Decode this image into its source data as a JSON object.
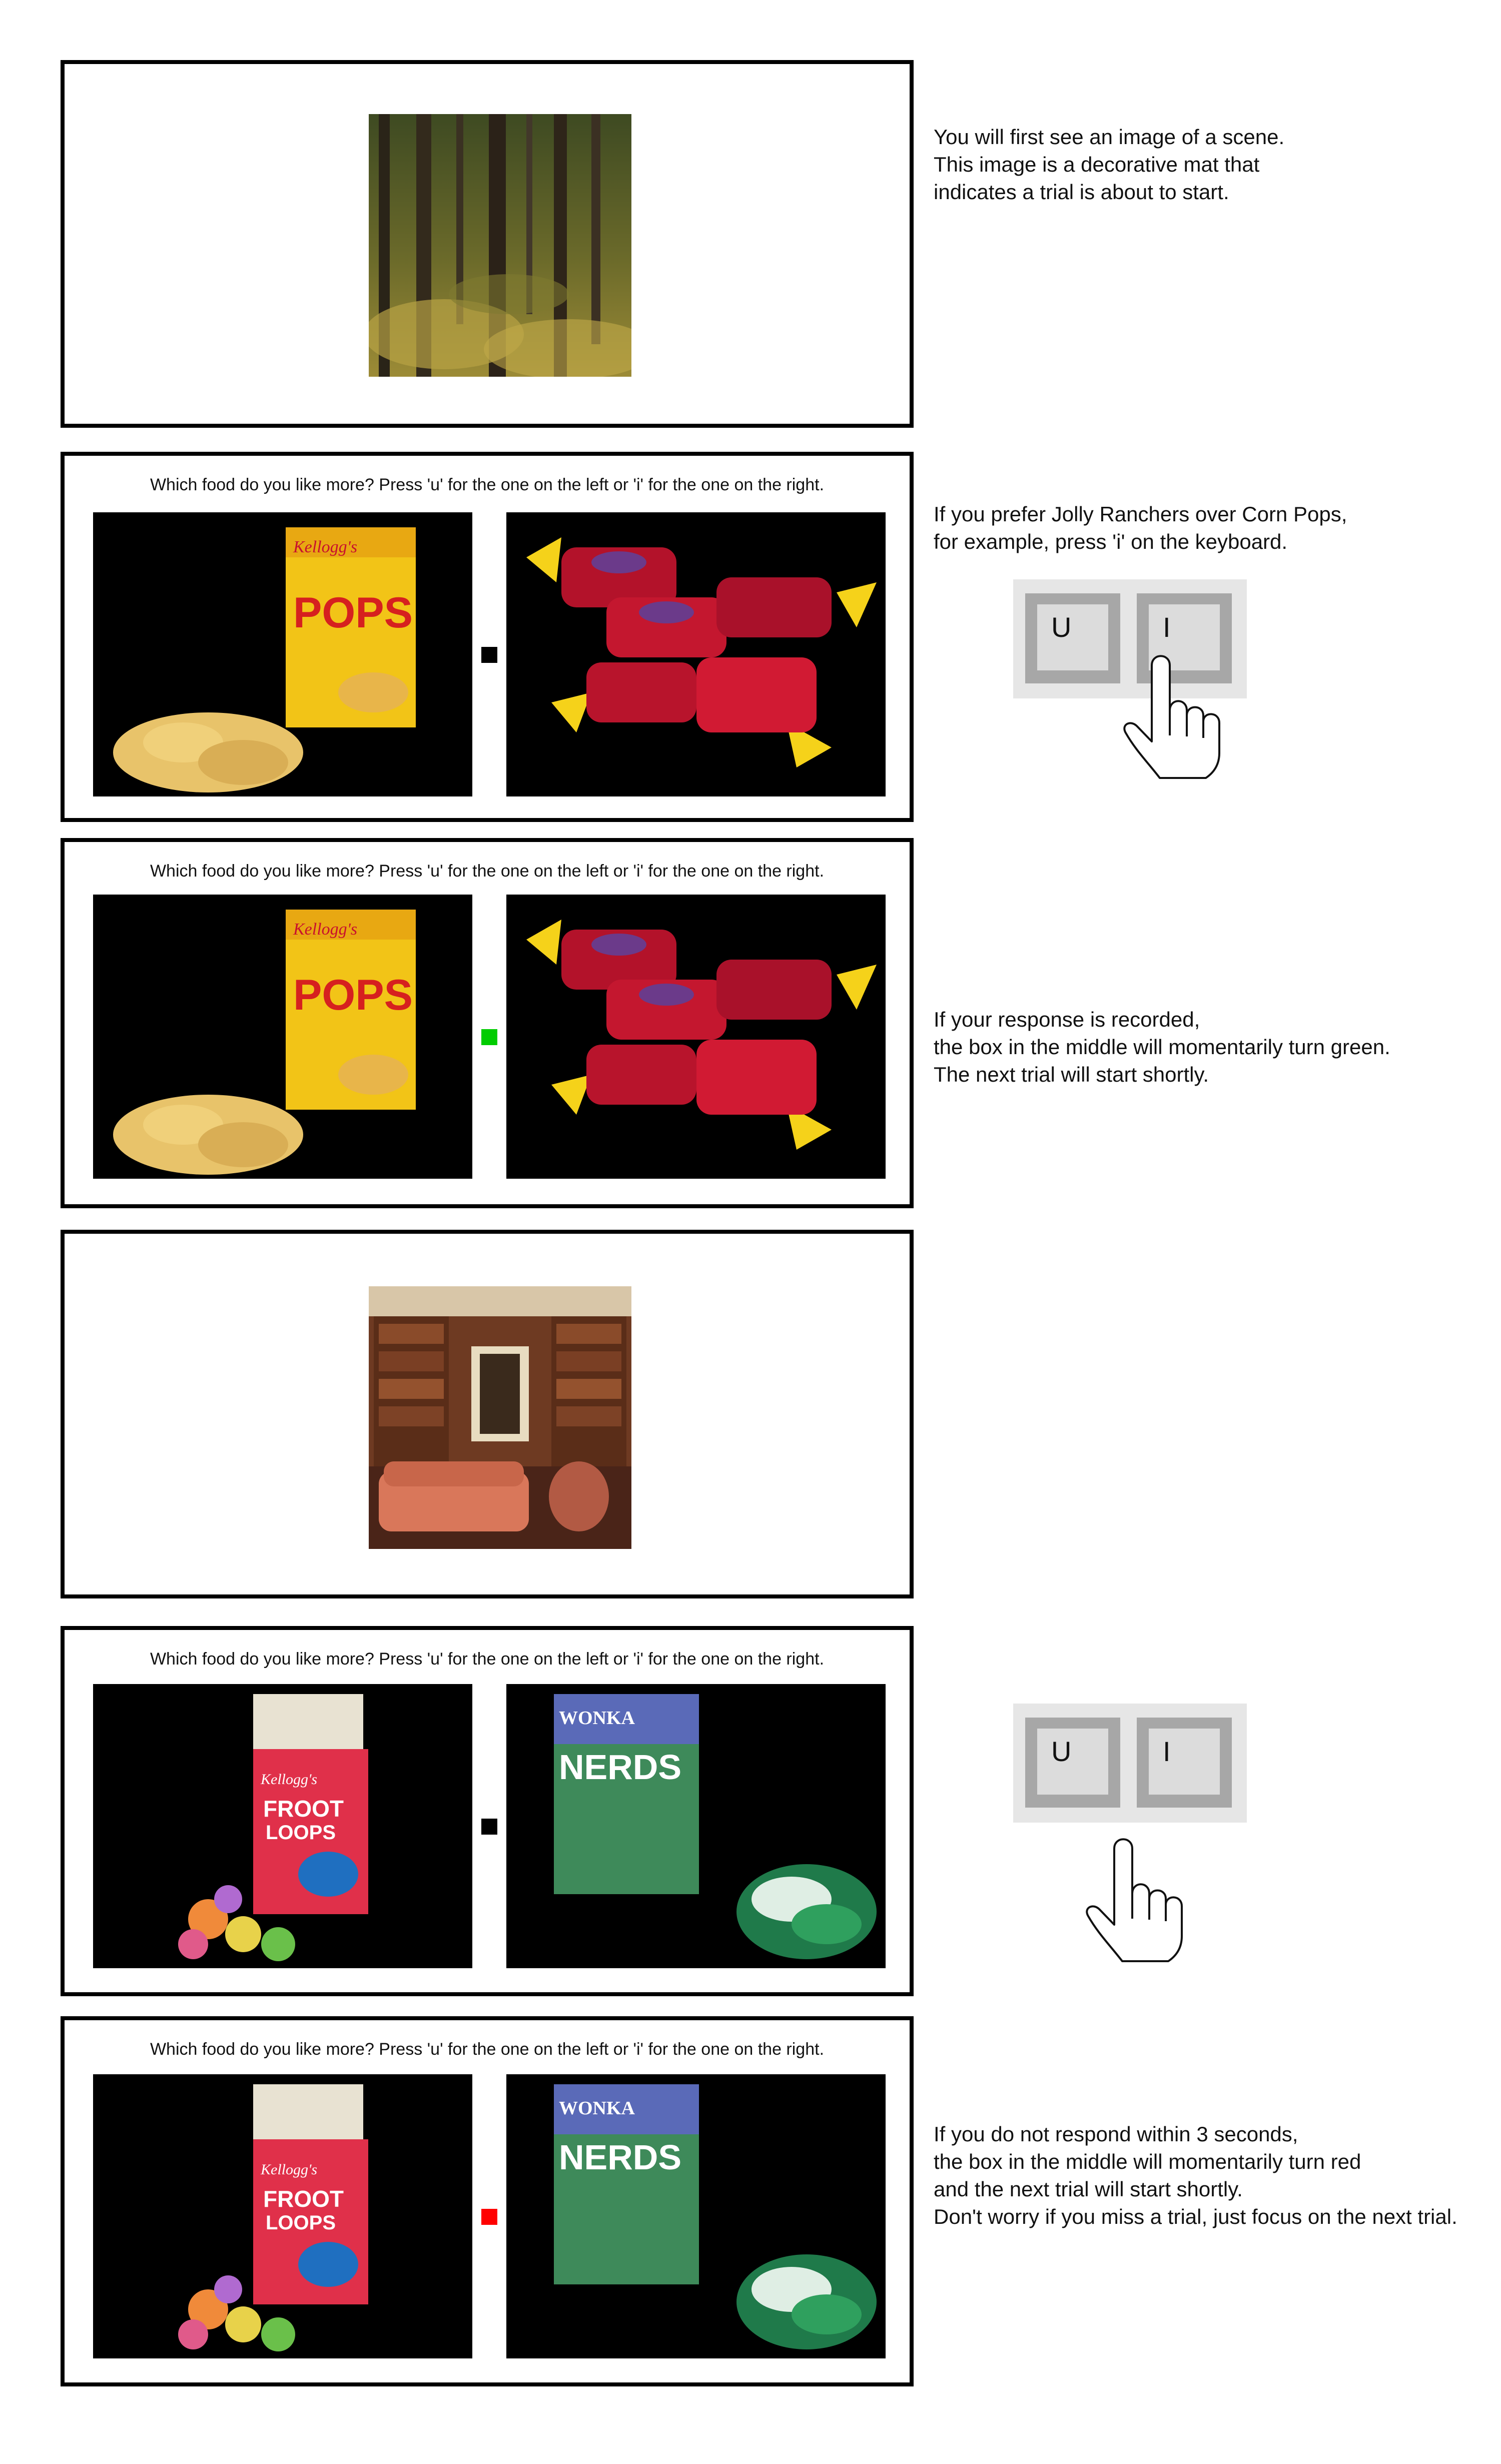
{
  "prompt": "Which food do you like more? Press 'u' for the one on the left or 'i' for the one on the right.",
  "descriptions": {
    "scene_intro": "You will first see an image of a scene.\nThis image is a decorative mat that\nindicates a trial is about to start.",
    "choice": "If you prefer Jolly Ranchers over Corn Pops,\nfor example, press 'i' on the keyboard.",
    "recorded": "If your response is recorded,\nthe box in the middle will momentarily turn green.\nThe next trial will start shortly.",
    "missed": "If you do not respond within 3 seconds,\nthe box in the middle will momentarily turn red\nand the next trial will start shortly.\nDon't worry if you miss a trial, just focus on the next trial."
  },
  "keys": {
    "u": "U",
    "i": "I"
  },
  "food_labels": {
    "kelloggs": "Kellogg's",
    "corn_pops": "POPS",
    "froot_loops_1": "FROOT",
    "froot_loops_2": "LOOPS",
    "wonka": "WONKA",
    "nerds": "NERDS"
  },
  "colors": {
    "fixation_neutral": "#000000",
    "fixation_recorded": "#00cc00",
    "fixation_missed": "#ff0000"
  },
  "icons": {
    "scene1": "forest-image",
    "scene2": "library-room-image",
    "hand": "pointing-hand-icon"
  }
}
